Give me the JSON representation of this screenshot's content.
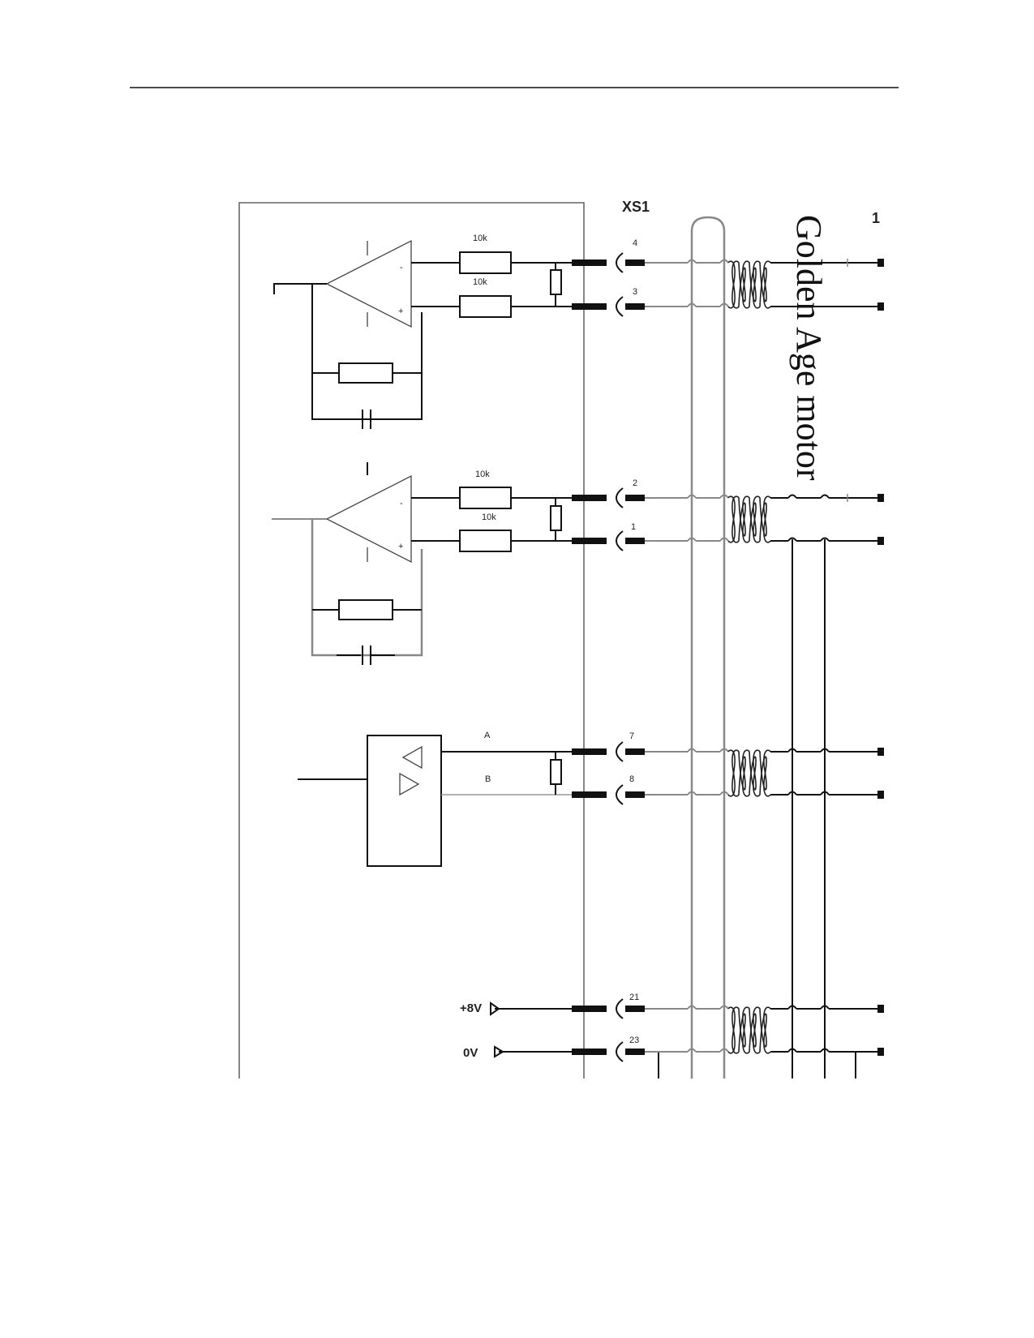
{
  "connector": {
    "name": "XS1",
    "right_edge_mark": "1"
  },
  "title": "Golden Age motor",
  "resistors": {
    "r1": "10k",
    "r2": "10k",
    "r3": "10k",
    "r4": "10k"
  },
  "opamp_signs": {
    "minus": "-",
    "plus": "+"
  },
  "pins": {
    "p4": "4",
    "p3": "3",
    "p2": "2",
    "p1": "1",
    "p7": "7",
    "p8": "8",
    "p21": "21",
    "p23": "23"
  },
  "signals": {
    "a": "A",
    "b": "B",
    "supply": "+8V",
    "ground": "0V"
  }
}
